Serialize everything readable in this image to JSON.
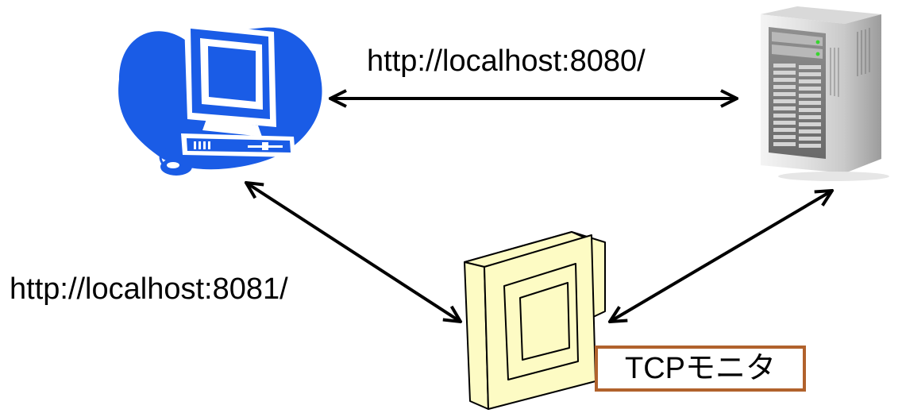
{
  "diagram": {
    "nodes": {
      "client": {
        "icon": "desktop-computer-icon",
        "color": "#1a5ce6"
      },
      "server": {
        "icon": "tower-server-icon"
      },
      "monitor": {
        "icon": "crt-monitor-icon",
        "label": "TCPモニタ",
        "label_border_color": "#b1622c"
      }
    },
    "edges": {
      "client_server": {
        "label": "http://localhost:8080/",
        "style": "double-arrow"
      },
      "client_monitor": {
        "label": "http://localhost:8081/",
        "style": "double-arrow"
      },
      "monitor_server": {
        "label": "",
        "style": "double-arrow"
      }
    }
  }
}
